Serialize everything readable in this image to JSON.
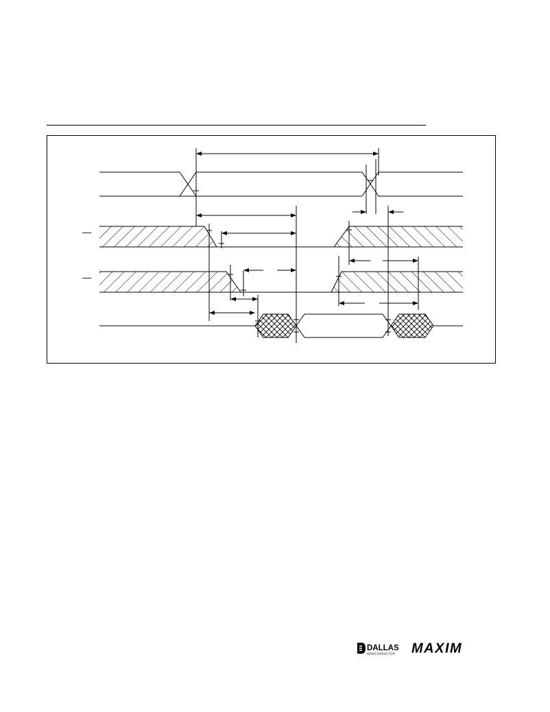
{
  "signal_labels": {
    "row2_bar": "—",
    "row3_bar": "—"
  },
  "logo": {
    "dallas": "DALLAS",
    "semiconductor": "SEMICONDUCTOR",
    "maxim": "MAXIM"
  },
  "colors": {
    "ink": "#000000",
    "background": "#ffffff"
  }
}
